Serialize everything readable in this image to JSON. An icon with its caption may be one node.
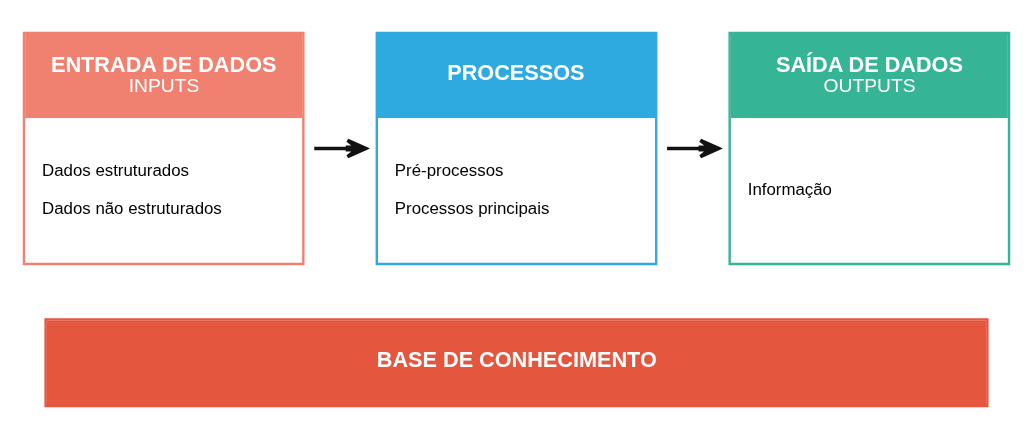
{
  "diagram": {
    "nodes": [
      {
        "text": [
          "ENTRADA DE DADOS",
          "INPUTS",
          "Dados estruturados",
          "Dados não estruturados"
        ]
      },
      {
        "text": [
          "PROCESSOS",
          "Pré-processos",
          "Processos principais"
        ]
      },
      {
        "text": [
          "SAÍDA DE DADOS",
          "OUTPUTS",
          "Informação"
        ]
      },
      {
        "text": [
          "BASE DE CONHECIMENTO"
        ]
      }
    ],
    "edges": [
      {
        "from": 0,
        "to": 1,
        "arrow": "to"
      },
      {
        "from": 1,
        "to": 2,
        "arrow": "to"
      }
    ]
  }
}
